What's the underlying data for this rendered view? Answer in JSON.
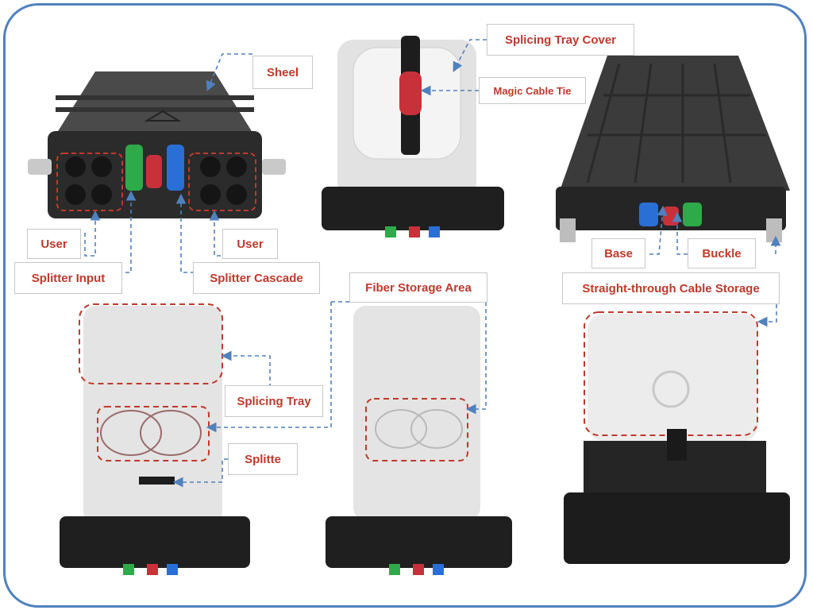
{
  "labels": {
    "sheel": "Sheel",
    "user_left": "User",
    "user_right": "User",
    "splitter_input": "Splitter Input",
    "splitter_cascade": "Splitter Cascade",
    "splicing_tray_cover": "Splicing Tray Cover",
    "magic_cable_tie": "Magic Cable Tie",
    "fiber_storage_area": "Fiber Storage Area",
    "splicing_tray": "Splicing Tray",
    "splitte": "Splitte",
    "base": "Base",
    "buckle": "Buckle",
    "straight_through_cable_storage": "Straight-through Cable Storage"
  },
  "colors": {
    "frame_border": "#4f81bd",
    "label_text": "#c0392b",
    "leader_line": "#4f81bd",
    "highlight_box": "#c0392b",
    "adapter_green": "#2eaa4a",
    "adapter_red": "#c8313a",
    "adapter_blue": "#2a6fd6"
  }
}
